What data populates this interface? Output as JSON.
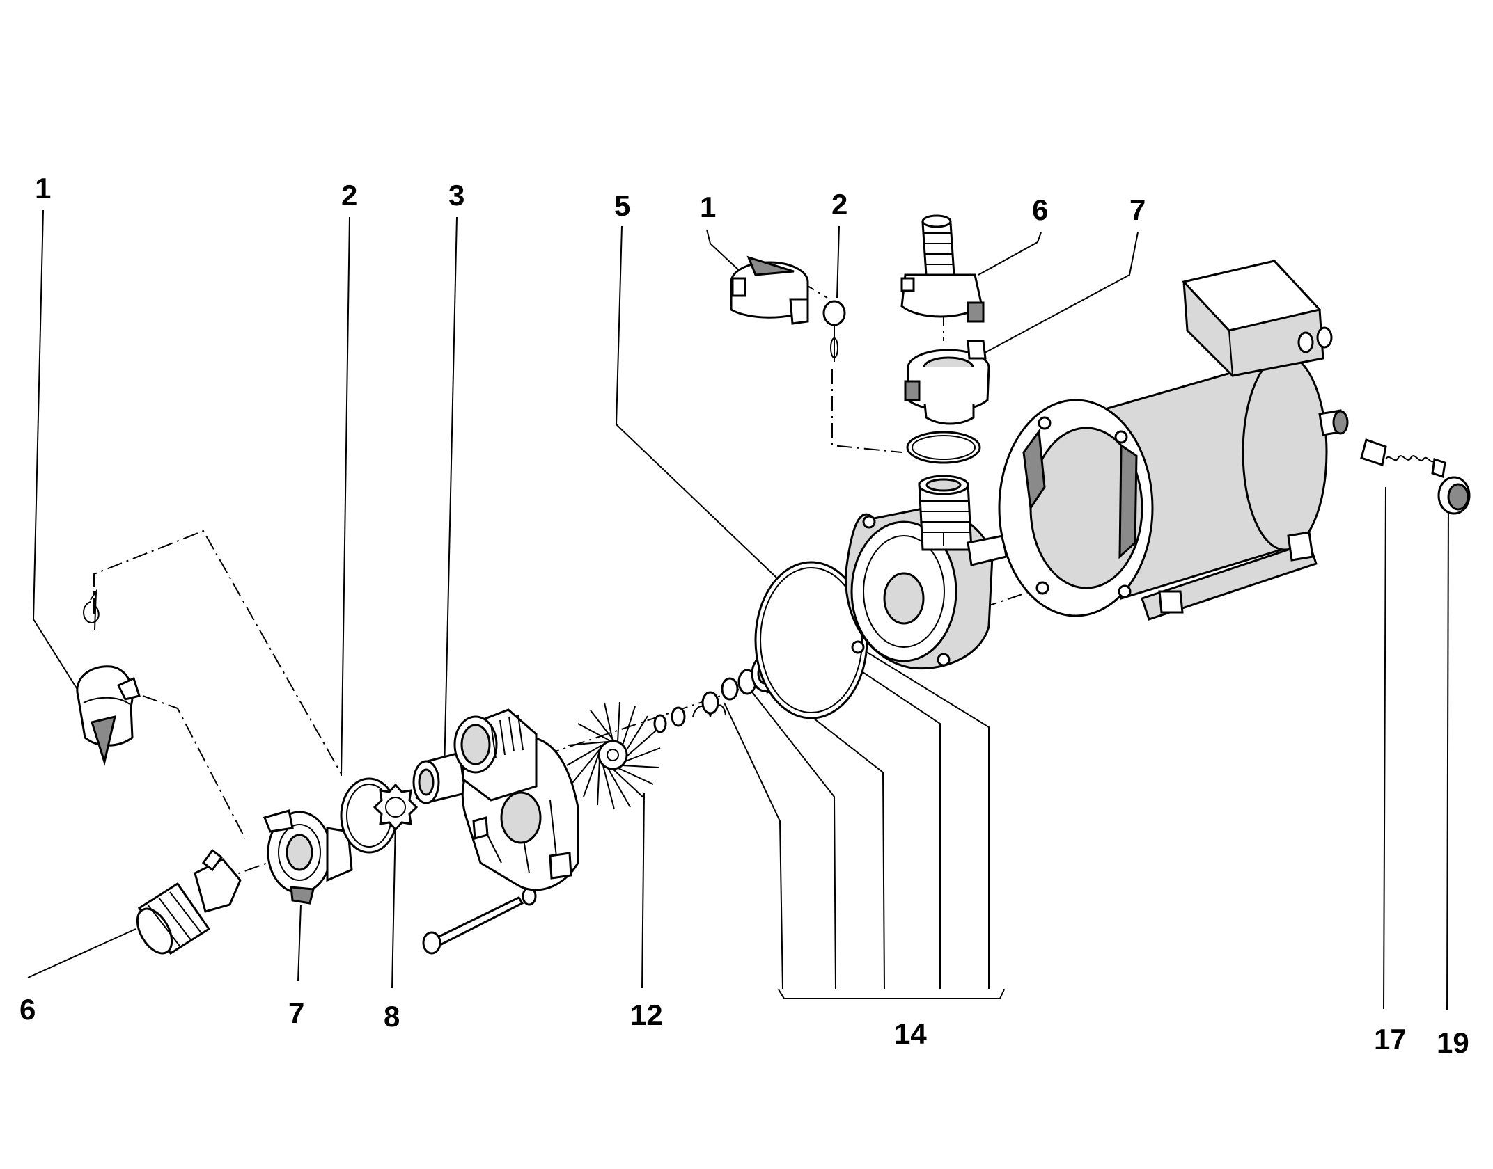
{
  "labels": {
    "left_1": "1",
    "left_2": "2",
    "left_3": "3",
    "top_5": "5",
    "top_1": "1",
    "top_2": "2",
    "top_6": "6",
    "top_7": "7",
    "bottom_6": "6",
    "bottom_7": "7",
    "bottom_8": "8",
    "bottom_12": "12",
    "bottom_14": "14",
    "bottom_17": "17",
    "bottom_19": "19"
  }
}
